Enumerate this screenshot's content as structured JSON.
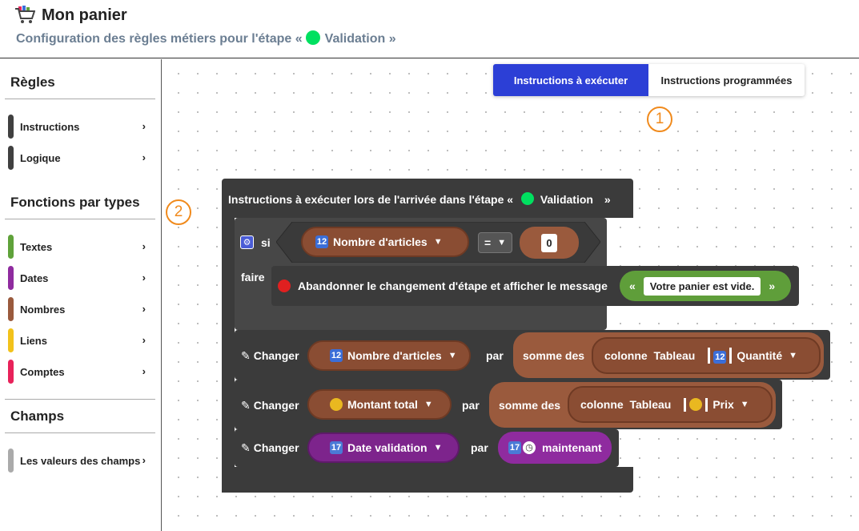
{
  "header": {
    "title": "Mon panier",
    "subtitle_prefix": "Configuration des règles métiers pour l'étape «",
    "subtitle_step": "Validation",
    "subtitle_suffix": "»"
  },
  "sidebar": {
    "sections": [
      {
        "title": "Règles"
      },
      {
        "title": "Fonctions par types"
      },
      {
        "title": "Champs"
      }
    ],
    "items": [
      {
        "label": "Instructions",
        "color": "#404040"
      },
      {
        "label": "Logique",
        "color": "#404040"
      },
      {
        "label": "Textes",
        "color": "#5fa23a"
      },
      {
        "label": "Dates",
        "color": "#8f2b9f"
      },
      {
        "label": "Nombres",
        "color": "#9a5a3d"
      },
      {
        "label": "Liens",
        "color": "#f2c21b"
      },
      {
        "label": "Comptes",
        "color": "#e8225a"
      },
      {
        "label": "Les valeurs des champs",
        "color": "#aaaaaa"
      }
    ],
    "chevron": "›"
  },
  "tabs": {
    "active": "Instructions à exécuter",
    "inactive": "Instructions programmées"
  },
  "markers": [
    "1",
    "2"
  ],
  "blocks": {
    "header_prefix": "Instructions à exécuter lors de l'arrivée dans l'étape «",
    "header_step": "Validation",
    "header_suffix": "»",
    "if_label": "si",
    "do_label": "faire",
    "var_articles": "Nombre d'articles",
    "operator": "=",
    "zero": "0",
    "abort_text": "Abandonner le changement d'étape et afficher le message",
    "quote_open": "«",
    "quote_close": "»",
    "message": "Votre panier est vide.",
    "change_label": "Changer",
    "by_label": "par",
    "sum_label": "somme des",
    "column_label": "colonne",
    "table_label": "Tableau",
    "field_quantite": "Quantité",
    "var_montant": "Montant total",
    "field_prix": "Prix",
    "var_date": "Date validation",
    "now_label": "maintenant"
  }
}
